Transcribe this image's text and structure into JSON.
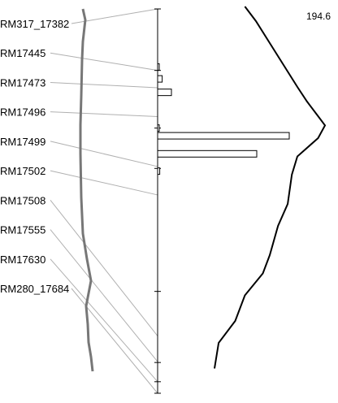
{
  "chart_data": {
    "type": "bar",
    "title": "",
    "xlabel": "",
    "ylabel": "",
    "max_value_label": "194.6",
    "colors": {
      "genetic_map_line": "#777777",
      "connector": "#b0b0b0",
      "axis": "#000000",
      "bar_fill": "#ffffff",
      "bar_stroke": "#000000",
      "profile_line": "#000000"
    },
    "markers": [
      {
        "name": "RM317_17382",
        "map_pos": 0.11,
        "axis_pos": 0.0
      },
      {
        "name": "RM17445",
        "map_pos": 0.25,
        "axis_pos": 0.16
      },
      {
        "name": "RM17473",
        "map_pos": 0.325,
        "axis_pos": 0.205
      },
      {
        "name": "RM17496",
        "map_pos": 0.4,
        "axis_pos": 0.28
      },
      {
        "name": "RM17499",
        "map_pos": 0.475,
        "axis_pos": 0.41
      },
      {
        "name": "RM17502",
        "map_pos": 0.55,
        "axis_pos": 0.484
      },
      {
        "name": "RM17508",
        "map_pos": 0.625,
        "axis_pos": 0.851
      },
      {
        "name": "RM17555",
        "map_pos": 0.7,
        "axis_pos": 0.918
      },
      {
        "name": "RM17630",
        "map_pos": 0.775,
        "axis_pos": 0.97
      },
      {
        "name": "RM280_17684",
        "map_pos": 0.85,
        "axis_pos": 1.0
      }
    ],
    "bars": [
      {
        "axis_pos": 0.151,
        "value": 0.006
      },
      {
        "axis_pos": 0.182,
        "value": 0.028
      },
      {
        "axis_pos": 0.217,
        "value": 0.085
      },
      {
        "axis_pos": 0.31,
        "value": 0.0
      },
      {
        "axis_pos": 0.33,
        "value": 0.81
      },
      {
        "axis_pos": 0.377,
        "value": 0.61
      },
      {
        "axis_pos": 0.422,
        "value": 0.013
      }
    ],
    "axis_ticks": [
      0.0,
      0.16,
      0.31,
      0.415,
      0.735,
      0.92,
      0.97,
      1.0
    ],
    "profile": {
      "x": [
        0.42,
        0.5,
        0.6,
        0.7,
        0.8,
        0.87,
        0.95,
        1.0,
        0.95,
        0.8,
        0.76,
        0.73,
        0.66,
        0.6,
        0.55,
        0.42,
        0.35,
        0.23,
        0.2
      ],
      "y": [
        0.0,
        0.04,
        0.1,
        0.16,
        0.22,
        0.26,
        0.3,
        0.325,
        0.36,
        0.41,
        0.46,
        0.54,
        0.6,
        0.68,
        0.73,
        0.79,
        0.86,
        0.92,
        0.99
      ]
    },
    "map_curve": {
      "x": [
        0.1,
        0.13,
        0.12,
        0.1,
        0.09,
        0.08,
        0.07,
        0.07,
        0.08,
        0.1,
        0.15,
        0.2,
        0.14,
        0.16,
        0.17,
        0.2,
        0.21,
        0.22
      ],
      "y": [
        0.0,
        0.03,
        0.05,
        0.09,
        0.14,
        0.24,
        0.32,
        0.4,
        0.52,
        0.62,
        0.69,
        0.75,
        0.82,
        0.87,
        0.92,
        0.96,
        0.98,
        1.0
      ]
    }
  }
}
